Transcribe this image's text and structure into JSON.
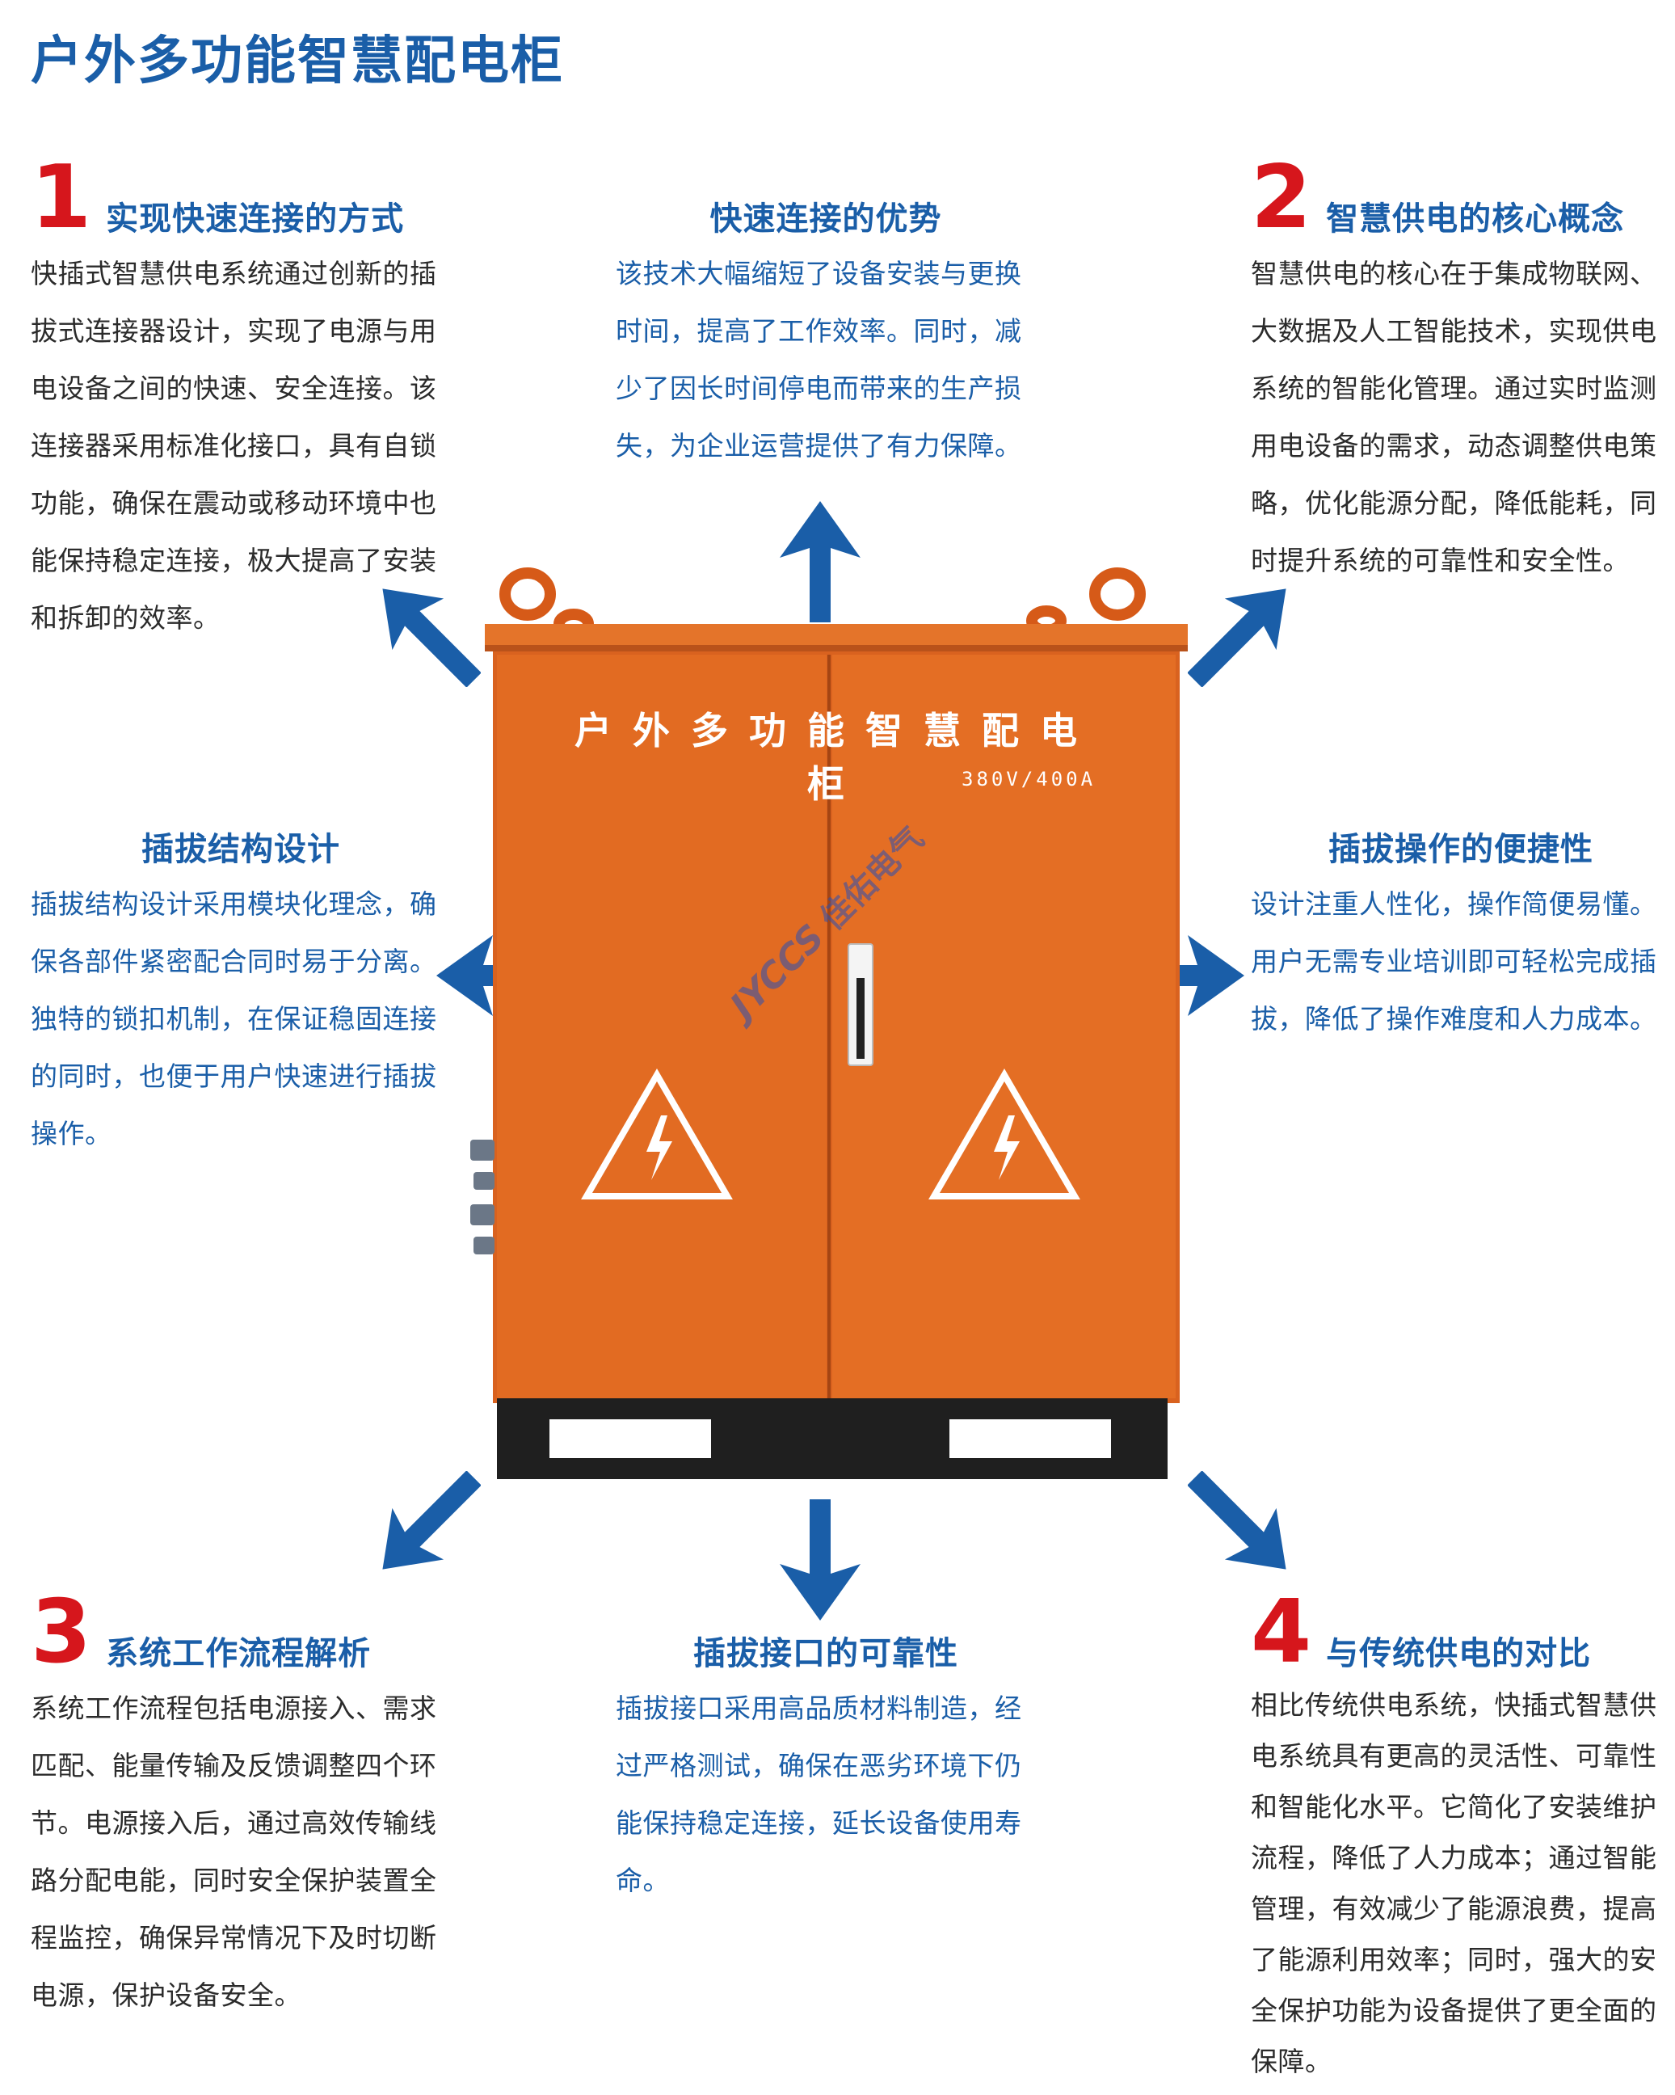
{
  "title": "户外多功能智慧配电柜",
  "colors": {
    "brand_blue": "#1a5ea8",
    "number_red": "#d6161c",
    "cabinet_orange": "#e06a1f",
    "text_dark": "#2b2b2b"
  },
  "sections": {
    "s1": {
      "number": "1",
      "title": "实现快速连接的方式",
      "lines": [
        "快插式智慧供电系统通过创新的插",
        "拔式连接器设计，实现了电源与用",
        "电设备之间的快速、安全连接。该",
        "连接器采用标准化接口，具有自锁",
        "功能，确保在震动或移动环境中也",
        "能保持稳定连接，极大提高了安装",
        "和拆卸的效率。"
      ]
    },
    "adv": {
      "title": "快速连接的优势",
      "lines": [
        "该技术大幅缩短了设备安装与更换",
        "时间，提高了工作效率。同时，减",
        "少了因长时间停电而带来的生产损",
        "失，为企业运营提供了有力保障。"
      ]
    },
    "s2": {
      "number": "2",
      "title": "智慧供电的核心概念",
      "lines": [
        "智慧供电的核心在于集成物联网、",
        "大数据及人工智能技术，实现供电",
        "系统的智能化管理。通过实时监测",
        "用电设备的需求，动态调整供电策",
        "略，优化能源分配，降低能耗，同",
        "时提升系统的可靠性和安全性。"
      ]
    },
    "design": {
      "title": "插拔结构设计",
      "lines": [
        "插拔结构设计采用模块化理念，确",
        "保各部件紧密配合同时易于分离。",
        "独特的锁扣机制，在保证稳固连接",
        "的同时，也便于用户快速进行插拔",
        "操作。"
      ]
    },
    "ease": {
      "title": "插拔操作的便捷性",
      "lines": [
        "设计注重人性化，操作简便易懂。",
        "用户无需专业培训即可轻松完成插",
        "拔，降低了操作难度和人力成本。"
      ]
    },
    "s3": {
      "number": "3",
      "title": "系统工作流程解析",
      "lines": [
        "系统工作流程包括电源接入、需求",
        "匹配、能量传输及反馈调整四个环",
        "节。电源接入后，通过高效传输线",
        "路分配电能，同时安全保护装置全",
        "程监控，确保异常情况下及时切断",
        "电源，保护设备安全。"
      ]
    },
    "reliab": {
      "title": "插拔接口的可靠性",
      "lines": [
        "插拔接口采用高品质材料制造，经",
        "过严格测试，确保在恶劣环境下仍",
        "能保持稳定连接，延长设备使用寿",
        "命。"
      ]
    },
    "s4": {
      "number": "4",
      "title": "与传统供电的对比",
      "lines": [
        "相比传统供电系统，快插式智慧供",
        "电系统具有更高的灵活性、可靠性",
        "和智能化水平。它简化了安装维护",
        "流程，降低了人力成本；通过智能",
        "管理，有效减少了能源浪费，提高",
        "了能源利用效率；同时，强大的安",
        "全保护功能为设备提供了更全面的",
        "保障。"
      ]
    }
  },
  "cabinet": {
    "label": "户外多功能智慧配电柜",
    "rating": "380V/400A",
    "watermark_logo": "JYCCS",
    "watermark_text": "佳佑电气",
    "icon": "high-voltage-warning-icon"
  }
}
